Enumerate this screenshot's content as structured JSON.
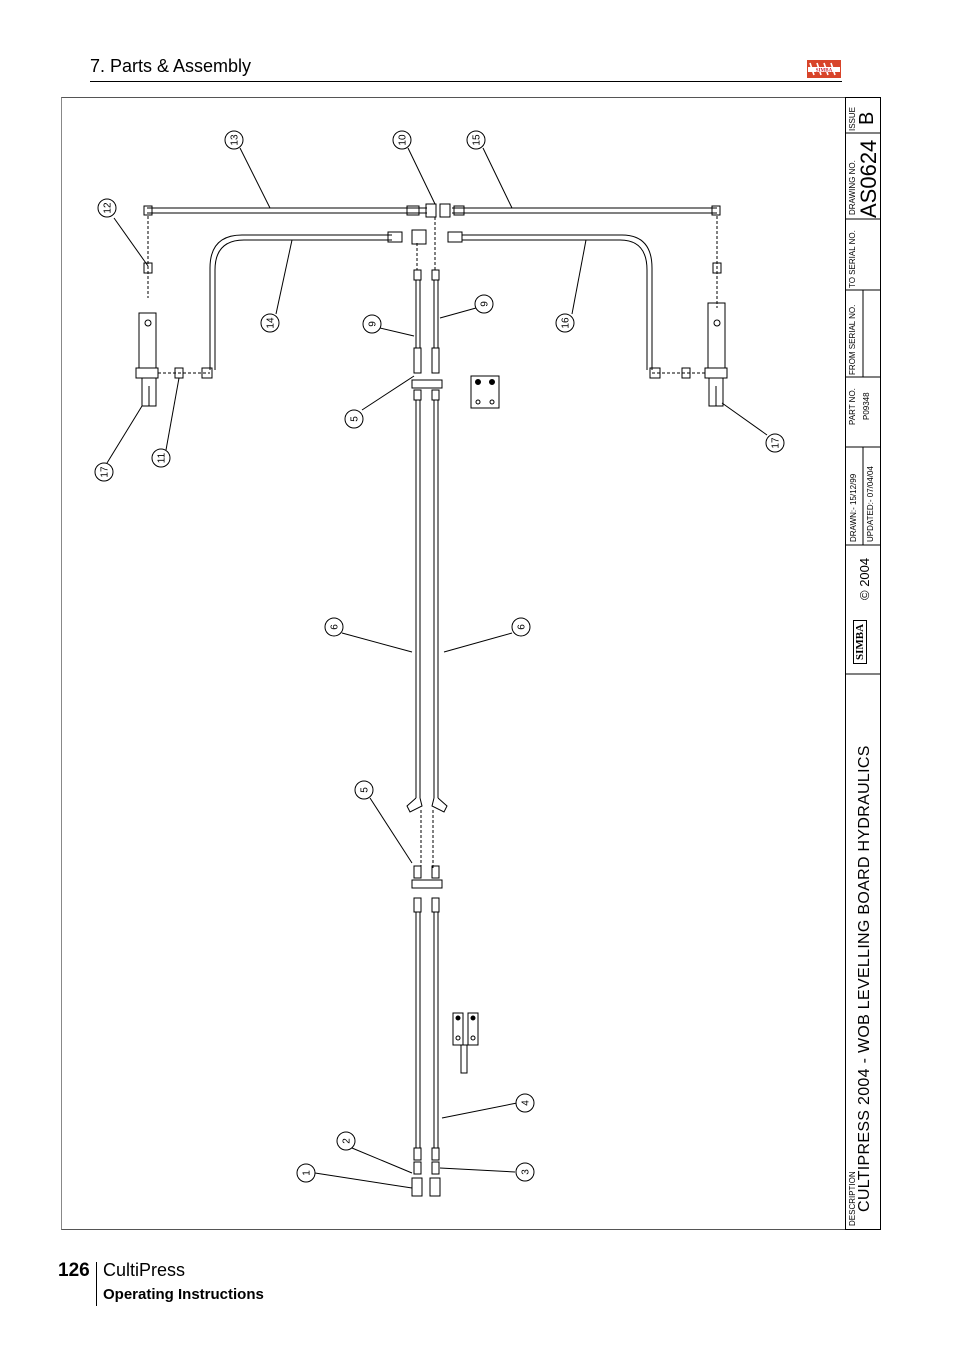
{
  "header": {
    "section_title": "7. Parts & Assembly"
  },
  "title_block": {
    "issue_label": "ISSUE",
    "issue": "B",
    "drawing_no_label": "DRAWING NO.",
    "drawing_no": "AS0624",
    "to_serial_label": "TO SERIAL NO.",
    "from_serial_label": "FROM SERIAL NO.",
    "part_no_label": "PART NO.",
    "part_no": "P09348",
    "drawn": "DRAWN:-  15/12/99",
    "updated": "UPDATED:- 07/04/04",
    "copyright": "© 2004",
    "logo_text": "SIMBA",
    "description_label": "DESCRIPTION",
    "description": "CULTIPRESS 2004 - WOB LEVELLING BOARD HYDRAULICS"
  },
  "callouts": [
    "13",
    "10",
    "15",
    "12",
    "14",
    "9",
    "9",
    "16",
    "5",
    "17",
    "11",
    "17",
    "6",
    "6",
    "5",
    "4",
    "2",
    "1",
    "3"
  ],
  "footer": {
    "page_number": "126",
    "product": "CultiPress",
    "subtitle": "Operating Instructions"
  }
}
